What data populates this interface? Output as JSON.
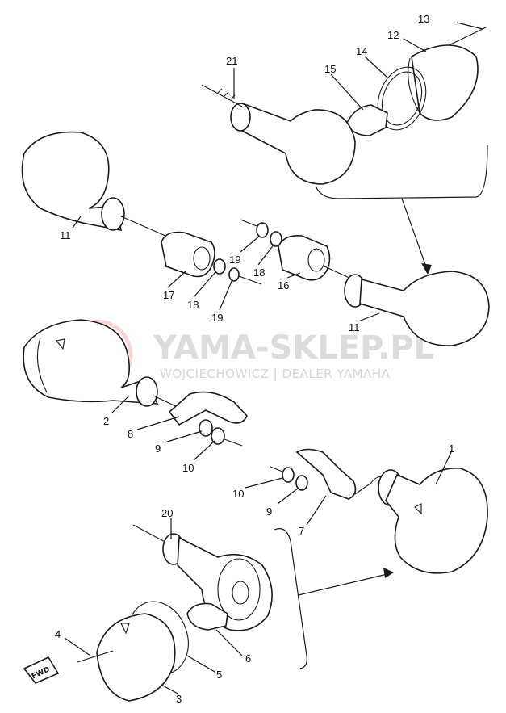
{
  "watermark": {
    "brand": "YAMA-SKLEP.PL",
    "subtitle": "WOJCIECHOWICZ | DEALER YAMAHA"
  },
  "direction_badge": "FWD",
  "callouts": [
    {
      "id": "c13",
      "label": "13"
    },
    {
      "id": "c12",
      "label": "12"
    },
    {
      "id": "c21",
      "label": "21"
    },
    {
      "id": "c14",
      "label": "14"
    },
    {
      "id": "c15",
      "label": "15"
    },
    {
      "id": "c11a",
      "label": "11"
    },
    {
      "id": "c19a",
      "label": "19"
    },
    {
      "id": "c18a",
      "label": "18"
    },
    {
      "id": "c16",
      "label": "16"
    },
    {
      "id": "c17",
      "label": "17"
    },
    {
      "id": "c18b",
      "label": "18"
    },
    {
      "id": "c19b",
      "label": "19"
    },
    {
      "id": "c11b",
      "label": "11"
    },
    {
      "id": "c2",
      "label": "2"
    },
    {
      "id": "c8",
      "label": "8"
    },
    {
      "id": "c9a",
      "label": "9"
    },
    {
      "id": "c10a",
      "label": "10"
    },
    {
      "id": "c1",
      "label": "1"
    },
    {
      "id": "c10b",
      "label": "10"
    },
    {
      "id": "c9b",
      "label": "9"
    },
    {
      "id": "c7",
      "label": "7"
    },
    {
      "id": "c20",
      "label": "20"
    },
    {
      "id": "c4",
      "label": "4"
    },
    {
      "id": "c6",
      "label": "6"
    },
    {
      "id": "c5",
      "label": "5"
    },
    {
      "id": "c3",
      "label": "3"
    }
  ]
}
